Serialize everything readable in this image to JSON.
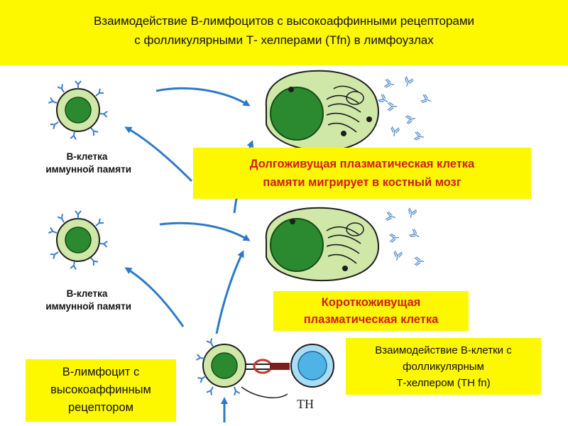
{
  "title": {
    "line1": "Взаимодействие  В-лимфоцитов   с высокоаффинными рецепторами",
    "line2": "с фолликулярными Т- хелперами  (Tfn)  в лимфоузлах"
  },
  "memory_cell_top": {
    "label_line1": "В-клетка",
    "label_line2": "иммунной памяти"
  },
  "memory_cell_bottom": {
    "label_line1": "В-клетка",
    "label_line2": "иммунной памяти"
  },
  "long_lived": {
    "line1": "Долгоживущая плазматическая клетка",
    "line2": "памяти мигрирует в костный мозг"
  },
  "short_lived": {
    "line1": "Короткоживущая",
    "line2": "плазматическая клетка"
  },
  "b_cell_note": {
    "line1": "В-лимфоцит с",
    "line2": "высокоаффинным",
    "line3": "рецептором"
  },
  "interaction_note": {
    "line1": "Взаимодействие В-клетки с",
    "line2": "фолликулярным",
    "line3": "Т-хелпером (TH fn)"
  },
  "th_label": "TH",
  "colors": {
    "banner": "#fdf700",
    "red_text": "#d21a1a",
    "arrow": "#2d79c7",
    "nucleus": "#1f8b28",
    "cytoplasm": "#cfe8a8",
    "th_cell": "#4fb3e6"
  }
}
